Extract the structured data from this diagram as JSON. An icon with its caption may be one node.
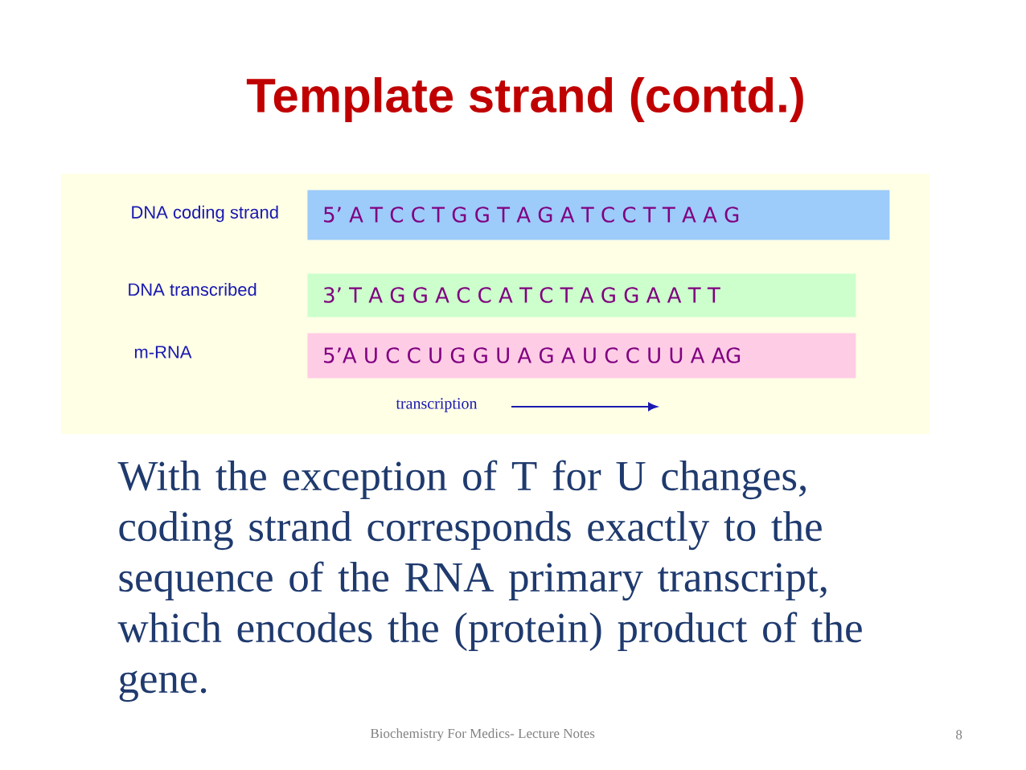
{
  "diagram": {
    "title": "Template strand (contd.)",
    "nodes": [
      {
        "text": [
          "5’ A T C C T G G T A G A T C C T T A A G"
        ]
      },
      {
        "text": [
          "3’ T A G G A C C A T C T A G G A A T T"
        ]
      },
      {
        "text": [
          "5’A U C C U G G U A G A U C C U U A AG"
        ]
      }
    ],
    "labels": [
      "DNA coding strand",
      "DNA transcribed",
      "m-RNA",
      "transcription",
      "With the exception of T for U changes, coding strand corresponds exactly to the sequence of the RNA primary transcript, which encodes the (protein) product of the gene.",
      "Biochemistry For Medics- Lecture Notes",
      "8"
    ]
  }
}
